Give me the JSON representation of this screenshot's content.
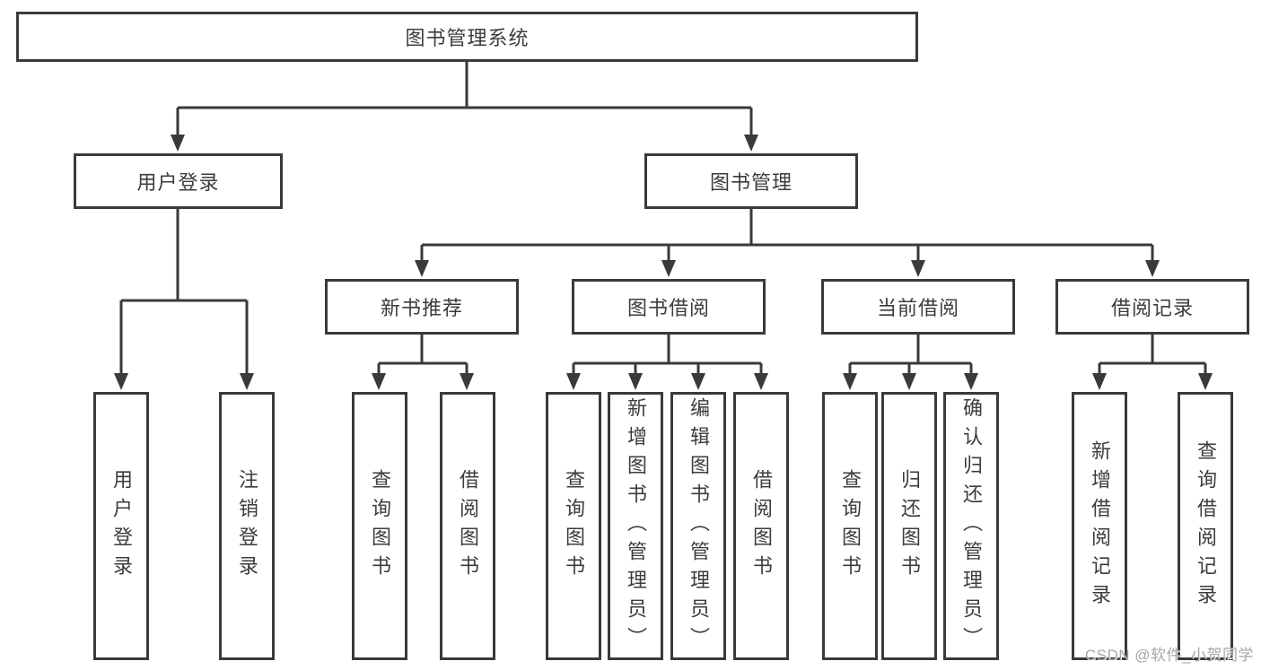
{
  "colors": {
    "line": "#3a3a3a",
    "box_border": "#3a3a3a",
    "text": "#3c3c3c",
    "watermark": "#a6a6a6",
    "background": "#ffffff"
  },
  "diagram": {
    "type": "tree",
    "root": {
      "label": "图书管理系统",
      "children": [
        {
          "label": "用户登录",
          "children": [
            {
              "label": "用户登录"
            },
            {
              "label": "注销登录"
            }
          ]
        },
        {
          "label": "图书管理",
          "children": [
            {
              "label": "新书推荐",
              "children": [
                {
                  "label": "查询图书"
                },
                {
                  "label": "借阅图书"
                }
              ]
            },
            {
              "label": "图书借阅",
              "children": [
                {
                  "label": "查询图书"
                },
                {
                  "label": "新增图书（管理员）"
                },
                {
                  "label": "编辑图书（管理员）"
                },
                {
                  "label": "借阅图书"
                }
              ]
            },
            {
              "label": "当前借阅",
              "children": [
                {
                  "label": "查询图书"
                },
                {
                  "label": "归还图书"
                },
                {
                  "label": "确认归还（管理员）"
                }
              ]
            },
            {
              "label": "借阅记录",
              "children": [
                {
                  "label": "新增借阅记录"
                },
                {
                  "label": "查询借阅记录"
                }
              ]
            }
          ]
        }
      ]
    }
  },
  "watermark": {
    "text": "CSDN @软件_小贺同学"
  }
}
